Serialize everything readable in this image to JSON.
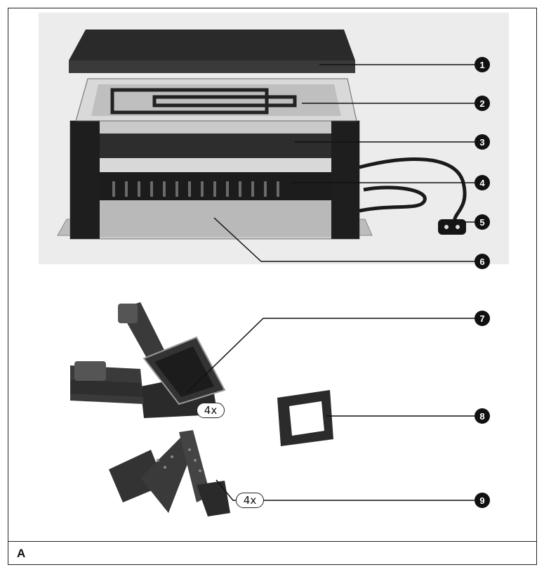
{
  "figure": {
    "label": "A"
  },
  "callouts": [
    {
      "number": "1",
      "part": "grill plate"
    },
    {
      "number": "2",
      "part": "heating element"
    },
    {
      "number": "3",
      "part": "pan tray"
    },
    {
      "number": "4",
      "part": "housing"
    },
    {
      "number": "5",
      "part": "power cord with plug"
    },
    {
      "number": "6",
      "part": "base"
    },
    {
      "number": "7",
      "part": "raclette pans"
    },
    {
      "number": "8",
      "part": "pan holder"
    },
    {
      "number": "9",
      "part": "spatulas"
    }
  ],
  "quantities": {
    "pans": "4x",
    "spatulas": "4x"
  }
}
